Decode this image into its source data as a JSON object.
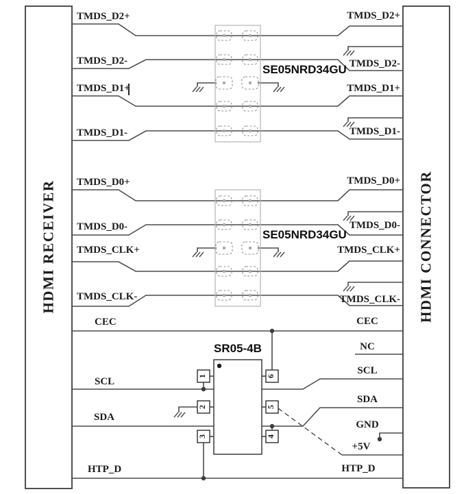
{
  "left_panel": {
    "title": "HDMI RECEIVER"
  },
  "right_panel": {
    "title": "HDMI CONNECTOR"
  },
  "ic1": {
    "label": "SE05NRD34GU"
  },
  "ic2": {
    "label": "SE05NRD34GU"
  },
  "sr05": {
    "label": "SR05-4B",
    "pins": [
      "1",
      "2",
      "3",
      "4",
      "5",
      "6"
    ]
  },
  "signals": {
    "left": [
      "TMDS_D2+",
      "TMDS_D2-",
      "TMDS_D1+",
      "TMDS_D1-",
      "TMDS_D0+",
      "TMDS_D0-",
      "TMDS_CLK+",
      "TMDS_CLK-",
      "CEC",
      "SCL",
      "SDA",
      "HTP_D"
    ],
    "right": [
      "TMDS_D2+",
      "TMDS_D2-",
      "TMDS_D1+",
      "TMDS_D1-",
      "TMDS_D0+",
      "TMDS_D0-",
      "TMDS_CLK+",
      "TMDS_CLK-",
      "CEC",
      "NC",
      "SCL",
      "SDA",
      "GND",
      "+5V",
      "HTP_D"
    ]
  },
  "colors": {
    "wire": "#4a4a4a",
    "text": "#1b1b1b",
    "panel_border": "#4f4f4f",
    "ic_outline": "#b5b5b5",
    "pad_outline": "#949494",
    "background": "#ffffff"
  }
}
